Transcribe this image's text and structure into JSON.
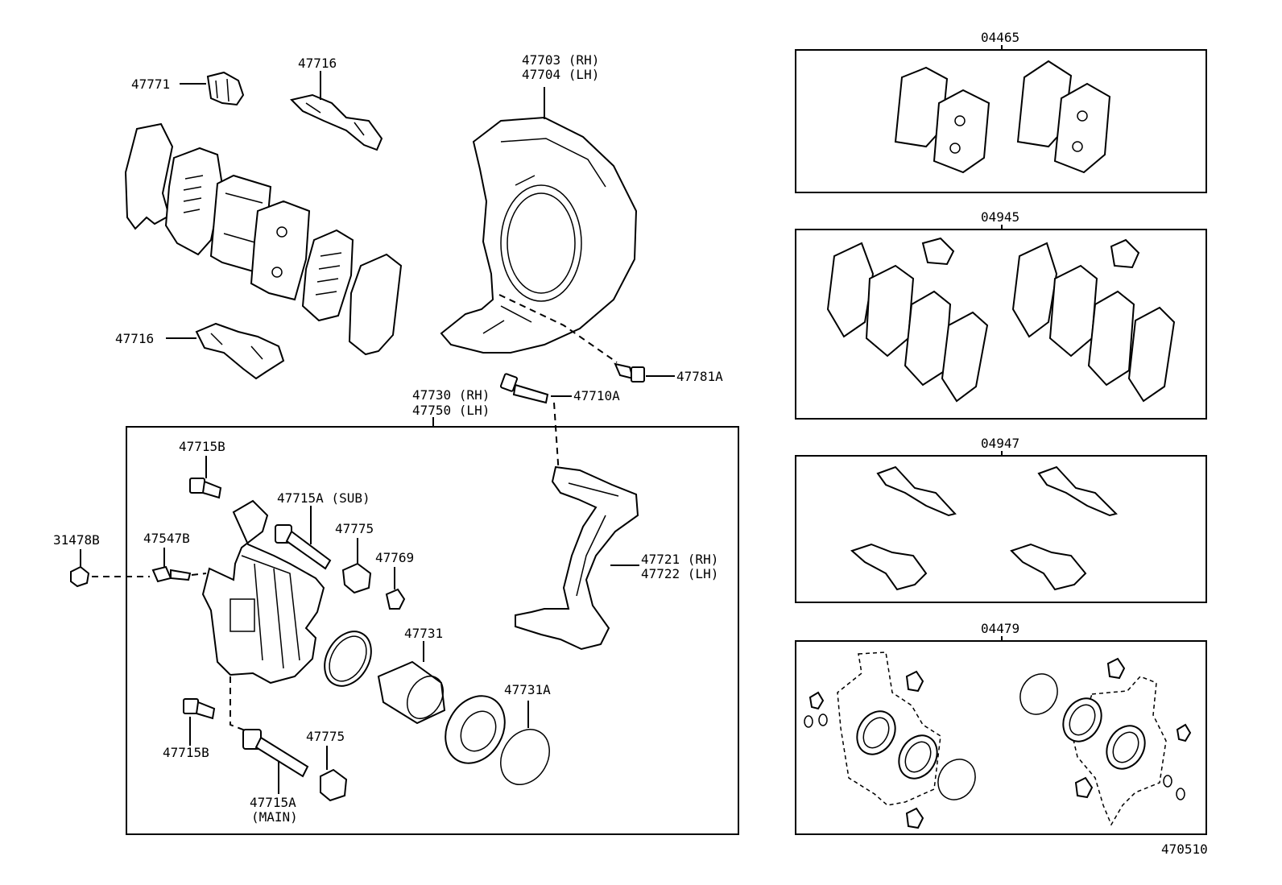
{
  "labels": {
    "p47771": "47771",
    "p47716_top": "47716",
    "p47716_bottom": "47716",
    "p47703": "47703 (RH)",
    "p47704": "47704 (LH)",
    "p47781A": "47781A",
    "p47710A": "47710A",
    "p47730": "47730 (RH)",
    "p47750": "47750 (LH)",
    "p47715B_top": "47715B",
    "p47715A_sub": "47715A (SUB)",
    "p47775_top": "47775",
    "p47769": "47769",
    "p31478B": "31478B",
    "p47547B": "47547B",
    "p47721": "47721 (RH)",
    "p47722": "47722 (LH)",
    "p47731": "47731",
    "p47731A": "47731A",
    "p47715B_bottom": "47715B",
    "p47775_bottom": "47775",
    "p47715A_main": "47715A",
    "p47715A_main_sub": "(MAIN)"
  },
  "kits": {
    "k04465": "04465",
    "k04945": "04945",
    "k04947": "04947",
    "k04479": "04479"
  },
  "figure_number": "470510"
}
